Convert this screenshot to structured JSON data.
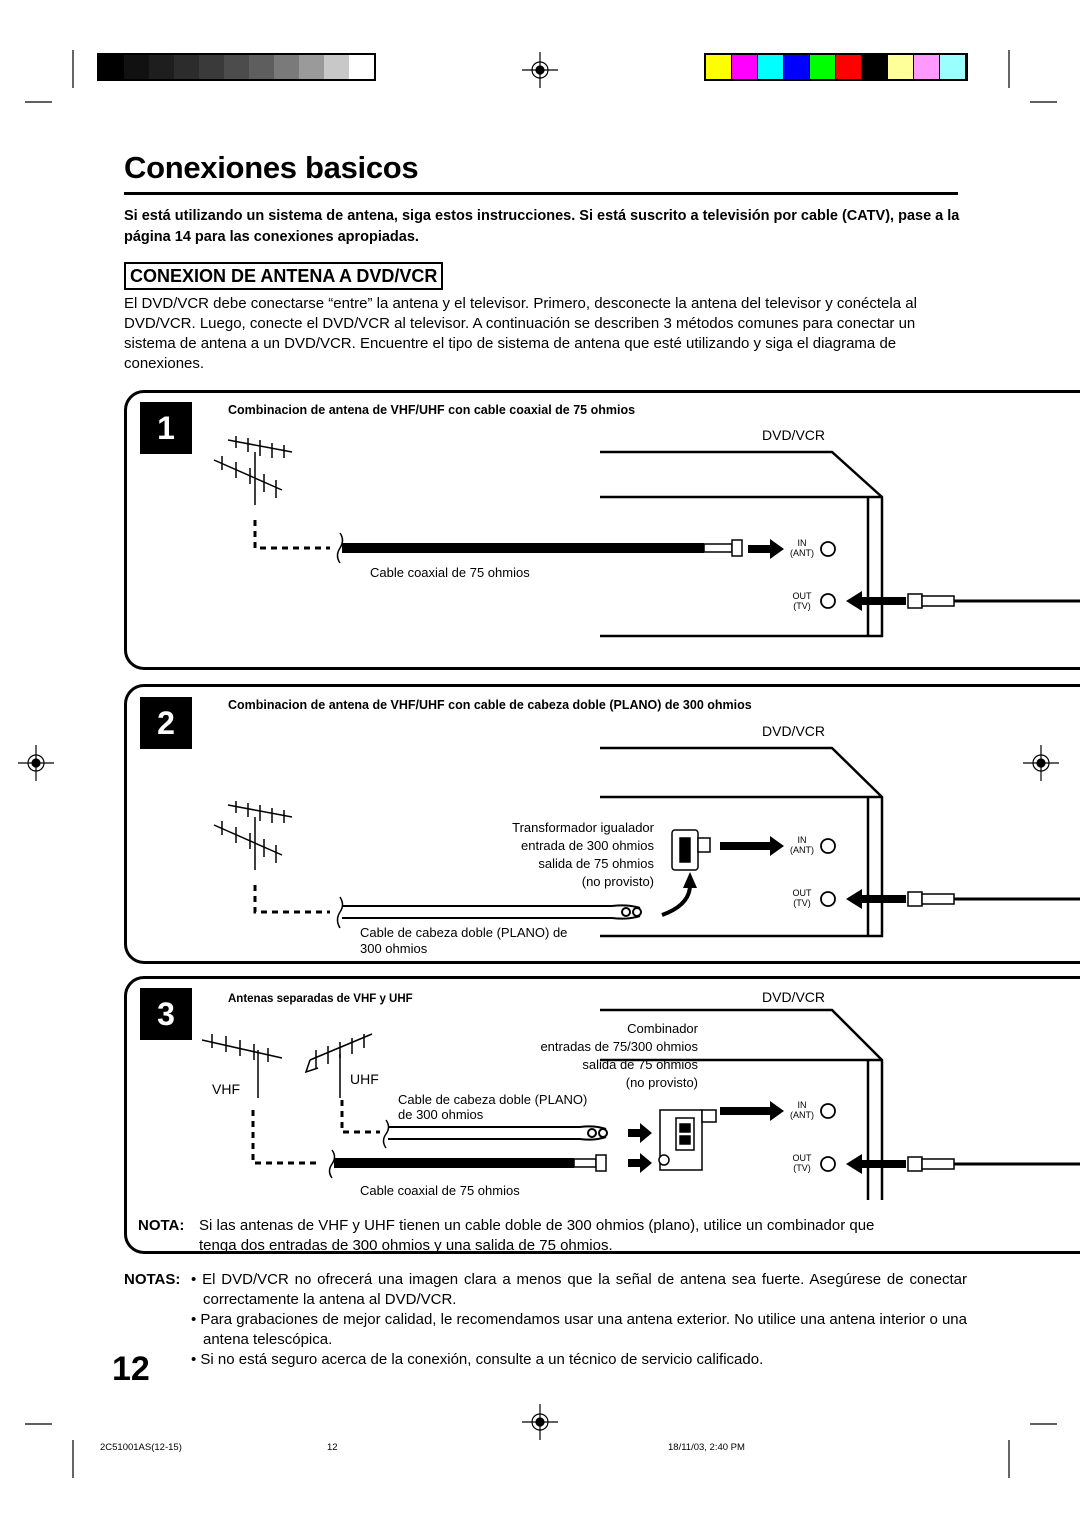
{
  "calibration": {
    "gray_strip": [
      "#000000",
      "#111111",
      "#1e1e1e",
      "#2c2c2c",
      "#3a3a3a",
      "#4c4c4c",
      "#5e5e5e",
      "#7a7a7a",
      "#9a9a9a",
      "#c8c8c8",
      "#ffffff"
    ],
    "color_strip": [
      "#ffff00",
      "#ff00ff",
      "#00ffff",
      "#0000ff",
      "#00ff00",
      "#ff0000",
      "#000000",
      "#ffff99",
      "#ff99ff",
      "#99ffff"
    ]
  },
  "page": {
    "title": "Conexiones basicos",
    "intro": "Si está utilizando un sistema de antena, siga estos instrucciones. Si está suscrito a televisión por cable (CATV), pase a la página 14 para las conexiones apropiadas.",
    "section_heading": "CONEXION DE ANTENA A DVD/VCR",
    "section_body": "El DVD/VCR debe conectarse “entre” la antena y el televisor. Primero, desconecte la antena del televisor y conéctela al DVD/VCR. Luego, conecte el DVD/VCR al televisor. A continuación se describen 3 métodos comunes para conectar un sistema de antena a un DVD/VCR. Encuentre el tipo de sistema de antena que esté utilizando y siga el diagrama de conexiones."
  },
  "panels": [
    {
      "number": "1",
      "caption": "Combinacion de antena de VHF/UHF con cable coaxial de 75 ohmios",
      "device": "DVD/VCR",
      "cable_label": "Cable coaxial de 75 ohmios",
      "in_label": "IN",
      "ant_label": "(ANT)",
      "out_label": "OUT",
      "tv_label": "(TV)"
    },
    {
      "number": "2",
      "caption": "Combinacion de antena de VHF/UHF con cable de cabeza doble (PLANO) de 300 ohmios",
      "device": "DVD/VCR",
      "transformer_lines": [
        "Transformador igualador",
        "entrada de 300 ohmios",
        "salida de 75 ohmios",
        "(no provisto)"
      ],
      "cable_label_1": "Cable de cabeza doble (PLANO) de",
      "cable_label_2": "300 ohmios",
      "in_label": "IN",
      "ant_label": "(ANT)",
      "out_label": "OUT",
      "tv_label": "(TV)"
    },
    {
      "number": "3",
      "caption": "Antenas separadas de VHF y UHF",
      "device": "DVD/VCR",
      "vhf_label": "VHF",
      "uhf_label": "UHF",
      "combiner_lines": [
        "Combinador",
        "entradas de 75/300 ohmios",
        "salida de 75 ohmios",
        "(no provisto)"
      ],
      "flat_label_1": "Cable de cabeza doble (PLANO)",
      "flat_label_2": "de 300 ohmios",
      "coax_label": "Cable coaxial de 75 ohmios",
      "in_label": "IN",
      "ant_label": "(ANT)",
      "out_label": "OUT",
      "tv_label": "(TV)",
      "nota_label": "NOTA:",
      "nota_line_1": "Si  las antenas de VHF y UHF tienen un cable doble de 300 ohmios (plano), utilice un combinador que",
      "nota_line_2": "tenga dos entradas de 300 ohmios y una salida de 75 ohmios."
    }
  ],
  "notes": {
    "label": "NOTAS:",
    "items": [
      "• El DVD/VCR no ofrecerá una imagen clara a menos que la señal de antena sea fuerte. Asegúrese de conectar correctamente la antena al DVD/VCR.",
      "• Para grabaciones de mejor calidad, le recomendamos usar una antena exterior. No utilice una antena interior o una antena telescópica.",
      "• Si no está seguro acerca de la conexión, consulte a un técnico de servicio calificado."
    ]
  },
  "page_number": "12",
  "footer": {
    "code": "2C51001AS(12-15)",
    "page": "12",
    "timestamp": "18/11/03, 2:40 PM"
  }
}
